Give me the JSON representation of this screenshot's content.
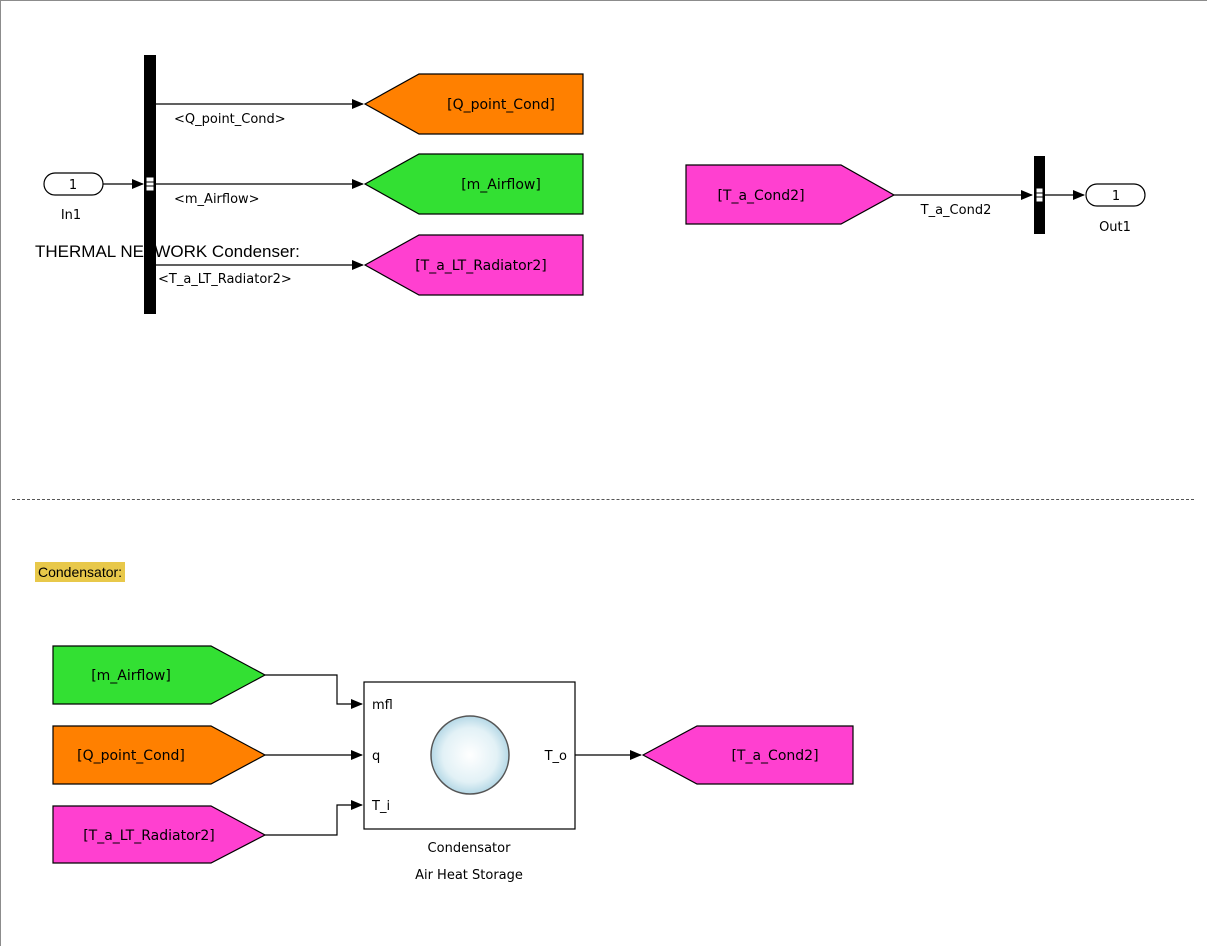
{
  "top": {
    "inport": {
      "number": "1",
      "name": "In1"
    },
    "bus_signals": [
      "<Q_point_Cond>",
      "<m_Airflow>",
      "<T_a_LT_Radiator2>"
    ],
    "goto_tags": [
      "[Q_point_Cond]",
      "[m_Airflow]",
      "[T_a_LT_Radiator2]"
    ],
    "from_tag": "[T_a_Cond2]",
    "from_signal": "T_a_Cond2",
    "outport": {
      "number": "1",
      "name": "Out1"
    }
  },
  "annotation": {
    "thermal_title": "THERMAL NETWORK Condenser:",
    "cond_label": "Condensator:"
  },
  "bottom": {
    "from_tags": [
      "[m_Airflow]",
      "[Q_point_Cond]",
      "[T_a_LT_Radiator2]"
    ],
    "subsystem": {
      "ports_in": [
        "mfl",
        "q",
        "T_i"
      ],
      "port_out": "T_o",
      "name_line1": "Condensator",
      "name_line2": "Air Heat Storage"
    },
    "goto_tag": "[T_a_Cond2]"
  },
  "colors": {
    "orange": "#ff8000",
    "green": "#33e033",
    "magenta": "#ff40d0",
    "label_highlight": "#e8c84a"
  }
}
